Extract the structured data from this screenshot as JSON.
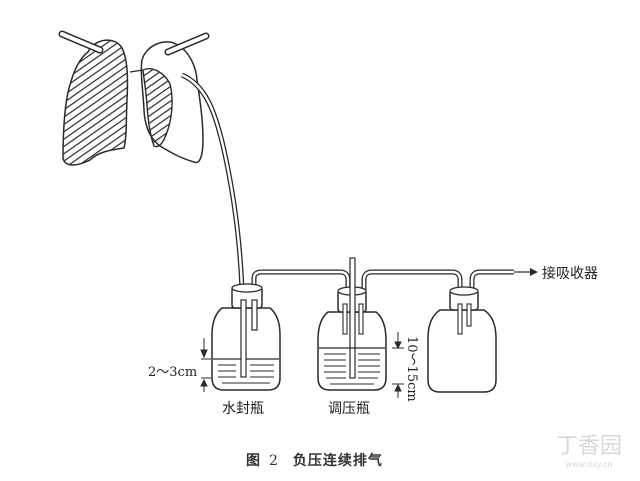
{
  "figure": {
    "caption_prefix": "图",
    "caption_number": "2",
    "caption_title": "负压连续排气"
  },
  "labels": {
    "receiver": "接吸收器",
    "water_seal_bottle": "水封瓶",
    "pressure_regulating_bottle": "调压瓶",
    "water_seal_depth": "2～3cm",
    "regulating_depth": "10～15cm"
  },
  "watermark": {
    "text": "丁香园",
    "sub": "www.dxy.cn"
  },
  "colors": {
    "line": "#2a2a2a",
    "background": "#ffffff"
  }
}
